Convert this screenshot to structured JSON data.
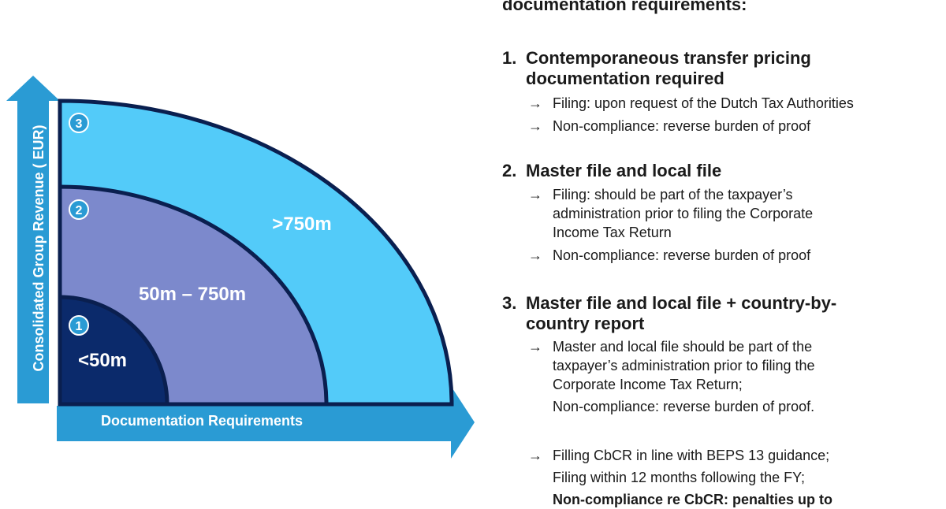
{
  "diagram": {
    "y_axis_label": "Consolidated Group Revenue ( EUR)",
    "x_axis_label": "Documentation Requirements",
    "tiers": [
      {
        "number": "1",
        "label": "<50m"
      },
      {
        "number": "2",
        "label": "50m – 750m"
      },
      {
        "number": "3",
        "label": ">750m"
      }
    ],
    "colors": {
      "axis": "#2a9bd4",
      "tier1": "#0b2a6b",
      "tier2": "#7c89cc",
      "tier3": "#53cbf9",
      "outline": "#0a1f4f",
      "badge": "#2a9bd4"
    }
  },
  "requirements": {
    "heading": "documentation requirements:",
    "arrow_glyph": "→",
    "items": [
      {
        "number": "1.",
        "title_lines": [
          "Contemporaneous transfer pricing",
          "documentation required"
        ],
        "bullets": [
          {
            "lines": [
              "Filing: upon request of the Dutch Tax Authorities"
            ]
          },
          {
            "lines": [
              "Non-compliance: reverse burden of proof"
            ]
          }
        ]
      },
      {
        "number": "2.",
        "title_lines": [
          "Master file and local file"
        ],
        "bullets": [
          {
            "lines": [
              "Filing: should be part of the taxpayer’s",
              "administration prior to filing the Corporate",
              "Income Tax Return"
            ]
          },
          {
            "lines": [
              "Non-compliance: reverse burden of proof"
            ]
          }
        ]
      },
      {
        "number": "3.",
        "title_lines": [
          "Master file and local file + country-by-",
          "country report"
        ],
        "bullets": [
          {
            "lines": [
              "Master and local file should be part of the",
              "taxpayer’s administration prior to filing the",
              "Corporate Income Tax Return;"
            ],
            "after": "Non-compliance: reverse burden of proof."
          },
          {
            "lines": [
              "Filling CbCR in line with BEPS 13 guidance;"
            ],
            "after": "Filing within 12 months following the FY;",
            "after_bold": "Non-compliance re CbCR: penalties up to"
          }
        ]
      }
    ]
  }
}
